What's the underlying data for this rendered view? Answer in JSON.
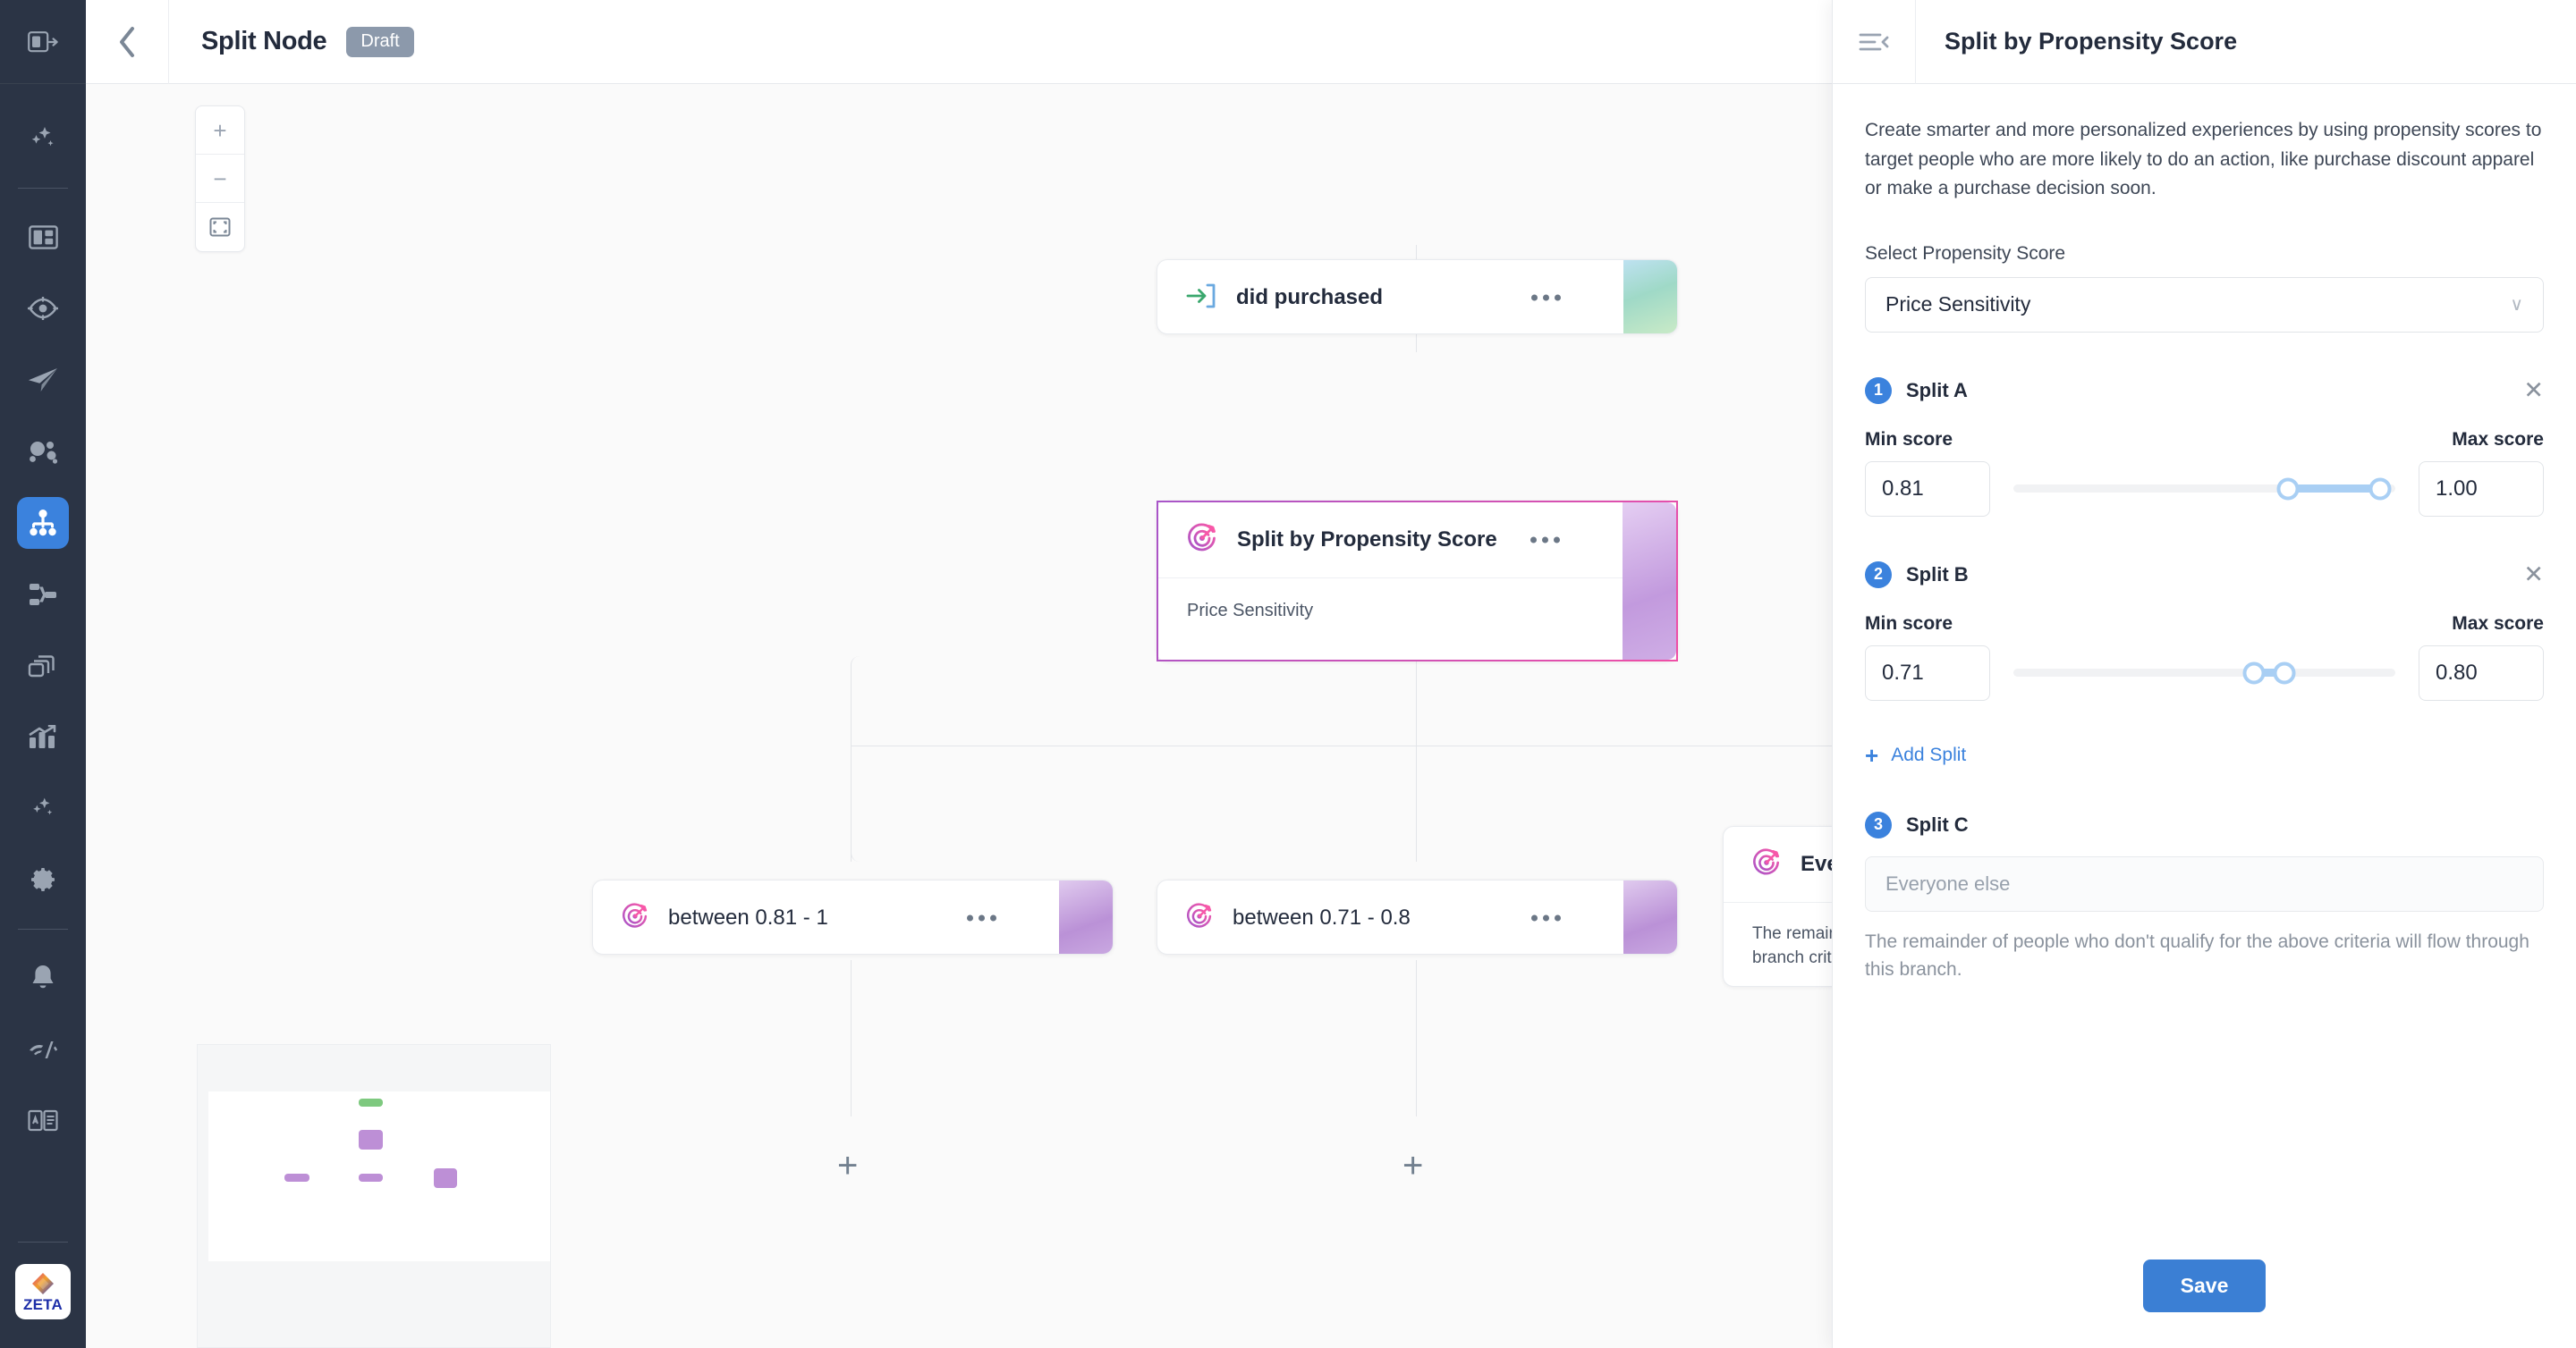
{
  "rail": {
    "items": [
      {
        "name": "collapse-sidebar-icon",
        "group": "top"
      },
      {
        "name": "sparkle-ai-icon",
        "group": "a"
      },
      {
        "name": "dashboard-icon",
        "group": "b"
      },
      {
        "name": "audience-eye-icon",
        "group": "b"
      },
      {
        "name": "send-campaign-icon",
        "group": "b"
      },
      {
        "name": "segments-icon",
        "group": "b"
      },
      {
        "name": "journeys-icon",
        "group": "b",
        "active": true
      },
      {
        "name": "flows-icon",
        "group": "b"
      },
      {
        "name": "library-icon",
        "group": "b"
      },
      {
        "name": "analytics-icon",
        "group": "c"
      },
      {
        "name": "ai-insights-icon",
        "group": "c"
      },
      {
        "name": "settings-gear-icon",
        "group": "c"
      },
      {
        "name": "notifications-bell-icon",
        "group": "d"
      },
      {
        "name": "activity-signal-icon",
        "group": "d"
      },
      {
        "name": "docs-book-icon",
        "group": "d"
      }
    ],
    "logo_text": "ZETA"
  },
  "topbar": {
    "back_label": "‹",
    "title": "Split Node",
    "status_badge": "Draft"
  },
  "canvas": {
    "zoom_in_label": "+",
    "zoom_out_label": "−",
    "fit_label": "fit-screen",
    "add_step_label": "+",
    "nodes": [
      {
        "id": "did-purchased",
        "icon": "entry-arrow-icon",
        "title": "did purchased",
        "body": null,
        "stripe": "green",
        "menu": "•••"
      },
      {
        "id": "split-by-propensity-score",
        "icon": "target-propensity-icon",
        "title": "Split by Propensity Score",
        "body": "Price Sensitivity",
        "stripe": "purple",
        "selected": true,
        "menu": "•••"
      },
      {
        "id": "branch-a",
        "icon": "target-propensity-icon",
        "title": "between 0.81 - 1",
        "body": null,
        "stripe": "purple",
        "menu": "•••"
      },
      {
        "id": "branch-b",
        "icon": "target-propensity-icon",
        "title": "between 0.71 - 0.8",
        "body": null,
        "stripe": "purple",
        "menu": "•••"
      },
      {
        "id": "branch-c",
        "icon": "target-propensity-icon",
        "title": "Everyone e",
        "body": "The remainder of peo\nbranch criteria",
        "stripe": "purple",
        "menu": "•••"
      }
    ]
  },
  "panel": {
    "collapse_icon": "collapse-panel-icon",
    "title": "Split by Propensity Score",
    "description": "Create smarter and more personalized experiences by using propensity scores to target people who are more likely to do an action, like purchase discount apparel or make a purchase decision soon.",
    "select_label": "Select Propensity Score",
    "select_value": "Price Sensitivity",
    "select_caret": "∨",
    "splits": [
      {
        "number": "1",
        "name": "Split A",
        "close_label": "✕",
        "min_label": "Min score",
        "max_label": "Max score",
        "min_value": "0.81",
        "max_value": "1.00",
        "slider_start_pct": 72,
        "slider_end_pct": 96
      },
      {
        "number": "2",
        "name": "Split B",
        "close_label": "✕",
        "min_label": "Min score",
        "max_label": "Max score",
        "min_value": "0.71",
        "max_value": "0.80",
        "slider_start_pct": 63,
        "slider_end_pct": 71
      }
    ],
    "add_split_label": "Add Split",
    "add_split_plus": "+",
    "split_c": {
      "number": "3",
      "name": "Split C",
      "placeholder": "Everyone else",
      "helper": "The remainder of people who don't qualify for the above criteria will flow through this branch."
    },
    "save_label": "Save"
  },
  "colors": {
    "accent_blue": "#3b82dd",
    "save_blue": "#3b7fd4",
    "rail_bg": "#2b3445",
    "canvas_bg": "#fafafa",
    "slider_blue": "#a9cff4",
    "node_green": "#9ad7c4",
    "node_purple": "#bd8fd6",
    "badge_gray": "#8c99ab"
  }
}
